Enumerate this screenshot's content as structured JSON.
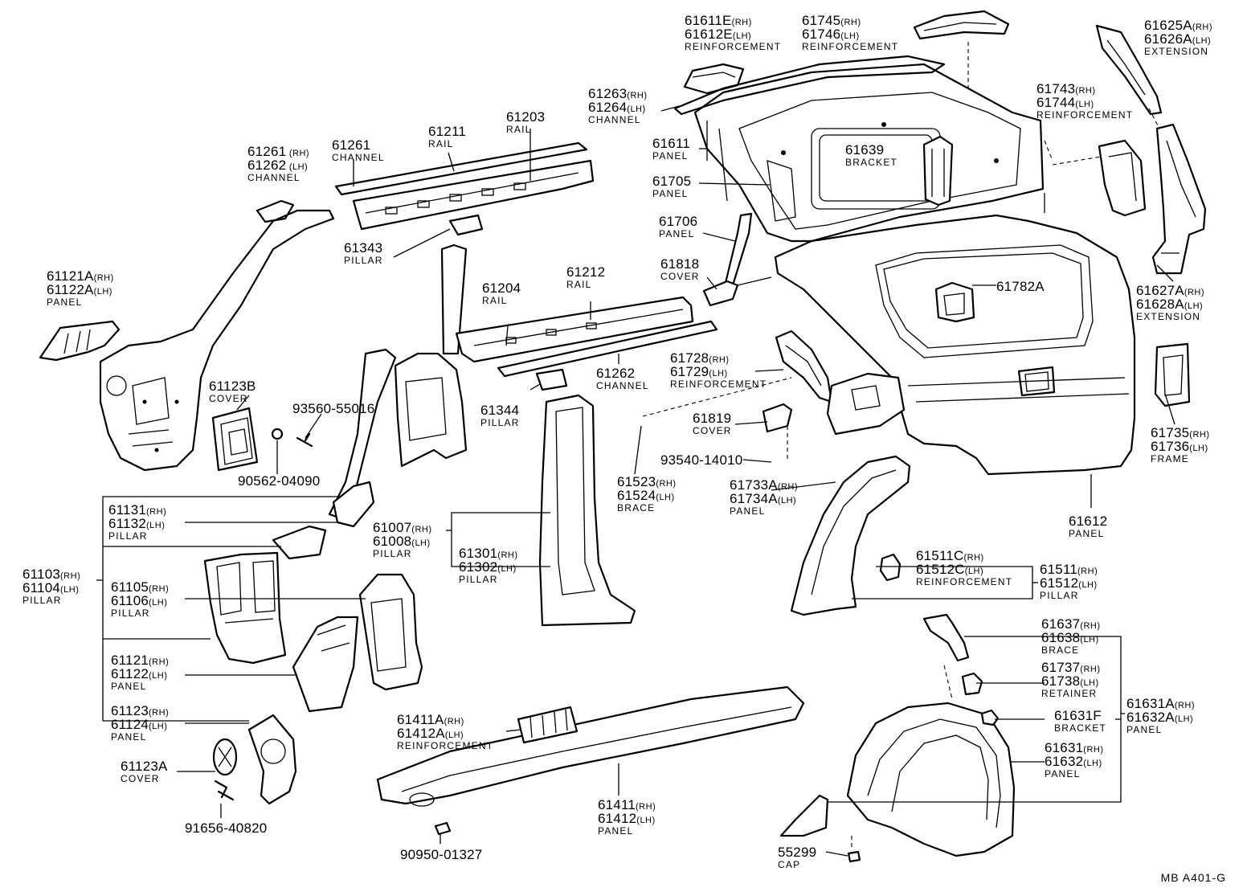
{
  "catalog_code": "MB  A401-G",
  "labels": [
    {
      "id": "61611E",
      "lines": [
        [
          "61611E",
          "(RH)"
        ],
        [
          "61612E",
          "(LH)"
        ]
      ],
      "desc": "REINFORCEMENT"
    },
    {
      "id": "61745",
      "lines": [
        [
          "61745",
          "(RH)"
        ],
        [
          "61746",
          "(LH)"
        ]
      ],
      "desc": "REINFORCEMENT"
    },
    {
      "id": "61625A",
      "lines": [
        [
          "61625A",
          "(RH)"
        ],
        [
          "61626A",
          "(LH)"
        ]
      ],
      "desc": "EXTENSION"
    },
    {
      "id": "61263",
      "lines": [
        [
          "61263",
          "(RH)"
        ],
        [
          "61264",
          "(LH)"
        ]
      ],
      "desc": "CHANNEL"
    },
    {
      "id": "61743",
      "lines": [
        [
          "61743",
          "(RH)"
        ],
        [
          "61744",
          "(LH)"
        ]
      ],
      "desc": "REINFORCEMENT"
    },
    {
      "id": "61211",
      "lines": [
        [
          "61211",
          ""
        ]
      ],
      "desc": "RAIL"
    },
    {
      "id": "61203",
      "lines": [
        [
          "61203",
          ""
        ]
      ],
      "desc": "RAIL"
    },
    {
      "id": "61261",
      "lines": [
        [
          "61261",
          ""
        ]
      ],
      "desc": "CHANNEL"
    },
    {
      "id": "61261RH",
      "lines": [
        [
          "61261",
          " (RH)"
        ],
        [
          "61262",
          " (LH)"
        ]
      ],
      "desc": "CHANNEL"
    },
    {
      "id": "61611",
      "lines": [
        [
          "61611",
          ""
        ]
      ],
      "desc": "PANEL"
    },
    {
      "id": "61639",
      "lines": [
        [
          "61639",
          ""
        ]
      ],
      "desc": "BRACKET"
    },
    {
      "id": "61705",
      "lines": [
        [
          "61705",
          ""
        ]
      ],
      "desc": "PANEL"
    },
    {
      "id": "61706",
      "lines": [
        [
          "61706",
          ""
        ]
      ],
      "desc": "PANEL"
    },
    {
      "id": "61343",
      "lines": [
        [
          "61343",
          ""
        ]
      ],
      "desc": "PILLAR"
    },
    {
      "id": "61121A",
      "lines": [
        [
          "61121A",
          "(RH)"
        ],
        [
          "61122A",
          "(LH)"
        ]
      ],
      "desc": "PANEL"
    },
    {
      "id": "61818",
      "lines": [
        [
          "61818",
          ""
        ]
      ],
      "desc": "COVER"
    },
    {
      "id": "61782A",
      "lines": [
        [
          "61782A",
          ""
        ]
      ],
      "desc": ""
    },
    {
      "id": "61627A",
      "lines": [
        [
          "61627A",
          "(RH)"
        ],
        [
          "61628A",
          "(LH)"
        ]
      ],
      "desc": "EXTENSION"
    },
    {
      "id": "61212",
      "lines": [
        [
          "61212",
          ""
        ]
      ],
      "desc": "RAIL"
    },
    {
      "id": "61204",
      "lines": [
        [
          "61204",
          ""
        ]
      ],
      "desc": "RAIL"
    },
    {
      "id": "61728",
      "lines": [
        [
          "61728",
          "(RH)"
        ],
        [
          "61729",
          "(LH)"
        ]
      ],
      "desc": "REINFORCEMENT"
    },
    {
      "id": "61262",
      "lines": [
        [
          "61262",
          ""
        ]
      ],
      "desc": "CHANNEL"
    },
    {
      "id": "61123B",
      "lines": [
        [
          "61123B",
          ""
        ]
      ],
      "desc": "COVER"
    },
    {
      "id": "93560",
      "lines": [
        [
          "93560-55016",
          ""
        ]
      ],
      "desc": ""
    },
    {
      "id": "61344",
      "lines": [
        [
          "61344",
          ""
        ]
      ],
      "desc": "PILLAR"
    },
    {
      "id": "61819",
      "lines": [
        [
          "61819",
          ""
        ]
      ],
      "desc": "COVER"
    },
    {
      "id": "61735",
      "lines": [
        [
          "61735",
          "(RH)"
        ],
        [
          "61736",
          "(LH)"
        ]
      ],
      "desc": "FRAME"
    },
    {
      "id": "93540",
      "lines": [
        [
          "93540-14010",
          ""
        ]
      ],
      "desc": ""
    },
    {
      "id": "90562",
      "lines": [
        [
          "90562-04090",
          ""
        ]
      ],
      "desc": ""
    },
    {
      "id": "61523",
      "lines": [
        [
          "61523",
          "(RH)"
        ],
        [
          "61524",
          "(LH)"
        ]
      ],
      "desc": "BRACE"
    },
    {
      "id": "61733A",
      "lines": [
        [
          "61733A",
          "(RH)"
        ],
        [
          "61734A",
          "(LH)"
        ]
      ],
      "desc": "PANEL"
    },
    {
      "id": "61131",
      "lines": [
        [
          "61131",
          "(RH)"
        ],
        [
          "61132",
          "(LH)"
        ]
      ],
      "desc": "PILLAR"
    },
    {
      "id": "61612",
      "lines": [
        [
          "61612",
          ""
        ]
      ],
      "desc": "PANEL"
    },
    {
      "id": "61007",
      "lines": [
        [
          "61007",
          "(RH)"
        ],
        [
          "61008",
          "(LH)"
        ]
      ],
      "desc": "PILLAR"
    },
    {
      "id": "61103",
      "lines": [
        [
          "61103",
          "(RH)"
        ],
        [
          "61104",
          "(LH)"
        ]
      ],
      "desc": "PILLAR"
    },
    {
      "id": "61301",
      "lines": [
        [
          "61301",
          "(RH)"
        ],
        [
          "61302",
          "(LH)"
        ]
      ],
      "desc": "PILLAR"
    },
    {
      "id": "61511C",
      "lines": [
        [
          "61511C",
          "(RH)"
        ],
        [
          "61512C",
          "(LH)"
        ]
      ],
      "desc": "REINFORCEMENT"
    },
    {
      "id": "61511",
      "lines": [
        [
          "61511",
          "(RH)"
        ],
        [
          "61512",
          "(LH)"
        ]
      ],
      "desc": "PILLAR"
    },
    {
      "id": "61105",
      "lines": [
        [
          "61105",
          "(RH)"
        ],
        [
          "61106",
          "(LH)"
        ]
      ],
      "desc": "PILLAR"
    },
    {
      "id": "61637",
      "lines": [
        [
          "61637",
          "(RH)"
        ],
        [
          "61638",
          "(LH)"
        ]
      ],
      "desc": "BRACE"
    },
    {
      "id": "61121",
      "lines": [
        [
          "61121",
          "(RH)"
        ],
        [
          "61122",
          "(LH)"
        ]
      ],
      "desc": "PANEL"
    },
    {
      "id": "61737",
      "lines": [
        [
          "61737",
          "(RH)"
        ],
        [
          "61738",
          "(LH)"
        ]
      ],
      "desc": "RETAINER"
    },
    {
      "id": "61123",
      "lines": [
        [
          "61123",
          "(RH)"
        ],
        [
          "61124",
          "(LH)"
        ]
      ],
      "desc": "PANEL"
    },
    {
      "id": "61411A",
      "lines": [
        [
          "61411A",
          "(RH)"
        ],
        [
          "61412A",
          "(LH)"
        ]
      ],
      "desc": "REINFORCEMENT"
    },
    {
      "id": "61631F",
      "lines": [
        [
          "61631F",
          ""
        ]
      ],
      "desc": "BRACKET"
    },
    {
      "id": "61631A",
      "lines": [
        [
          "61631A",
          "(RH)"
        ],
        [
          "61632A",
          "(LH)"
        ]
      ],
      "desc": "PANEL"
    },
    {
      "id": "61631",
      "lines": [
        [
          "61631",
          "(RH)"
        ],
        [
          "61632",
          "(LH)"
        ]
      ],
      "desc": "PANEL"
    },
    {
      "id": "61123A",
      "lines": [
        [
          "61123A",
          ""
        ]
      ],
      "desc": "COVER"
    },
    {
      "id": "61411",
      "lines": [
        [
          "61411",
          "(RH)"
        ],
        [
          "61412",
          "(LH)"
        ]
      ],
      "desc": "PANEL"
    },
    {
      "id": "91656",
      "lines": [
        [
          "91656-40820",
          ""
        ]
      ],
      "desc": ""
    },
    {
      "id": "90950",
      "lines": [
        [
          "90950-01327",
          ""
        ]
      ],
      "desc": ""
    },
    {
      "id": "55299",
      "lines": [
        [
          "55299",
          ""
        ]
      ],
      "desc": "CAP"
    }
  ]
}
